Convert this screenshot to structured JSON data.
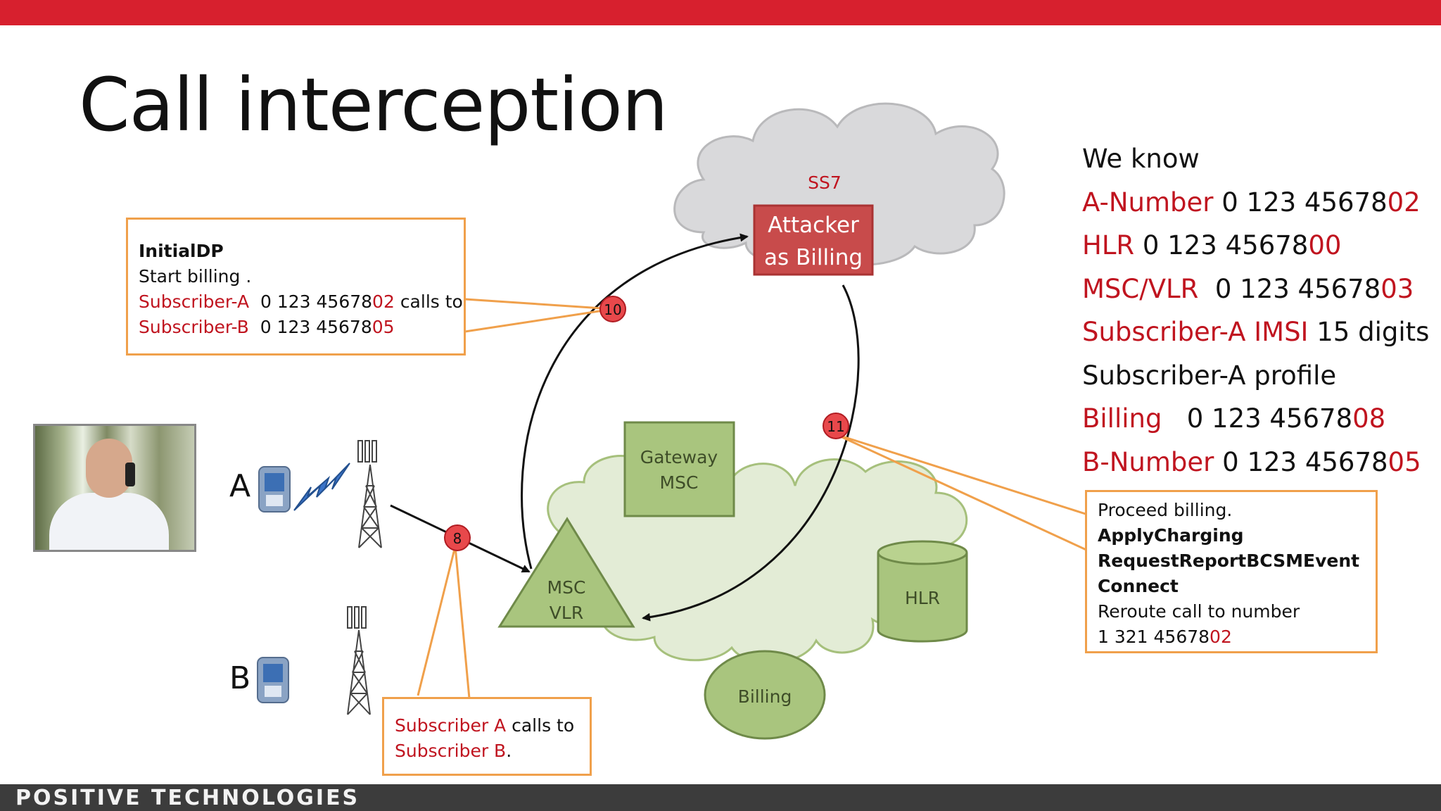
{
  "title": "Call interception",
  "colors": {
    "accent": "#d7202e",
    "text_red": "#c0141f",
    "callout_border": "#f0a04b",
    "node_green": "#a9c57e"
  },
  "diagram": {
    "cloud_label": "SS7",
    "attacker_line1": "Attacker",
    "attacker_line2": "as Billing",
    "gateway_line1": "Gateway",
    "gateway_line2": "MSC",
    "msc_line1": "MSC",
    "msc_line2": "VLR",
    "hlr": "HLR",
    "billing": "Billing",
    "step_8": "8",
    "step_10": "10",
    "step_11": "11",
    "subscriber_a_label": "A",
    "subscriber_b_label": "B"
  },
  "callout_initialdp": {
    "title": "InitialDP",
    "line1": "Start billing .",
    "sub_a": "Subscriber-A",
    "num_a_prefix": "0 123 45678",
    "num_a_suffix": "02",
    "calls_to": "calls to",
    "sub_b": "Subscriber-B",
    "num_b_prefix": "0 123 45678",
    "num_b_suffix": "05"
  },
  "callout_call": {
    "sub_a": "Subscriber A",
    "calls_to": "calls to",
    "sub_b": "Subscriber B",
    "period": "."
  },
  "callout_proceed": {
    "line1": "Proceed billing.",
    "line2": "ApplyCharging",
    "line3": "RequestReportBCSMEvent",
    "line4": "Connect",
    "line5": "Reroute call to number",
    "num_prefix": "1 321 45678",
    "num_suffix": "02"
  },
  "we_know": {
    "heading": "We know",
    "a_label": "A-Number",
    "a_prefix": "0 123 45678",
    "a_suffix": "02",
    "hlr_label": "HLR",
    "hlr_prefix": "0 123 45678",
    "hlr_suffix": "00",
    "msc_label": "MSC/VLR",
    "msc_prefix": "0 123 45678",
    "msc_suffix": "03",
    "imsi_label": "Subscriber-A IMSI",
    "imsi_value": "15 digits",
    "profile": "Subscriber-A profile",
    "billing_label": "Billing",
    "billing_prefix": "0 123 45678",
    "billing_suffix": "08",
    "b_label": "B-Number",
    "b_prefix": "0 123 45678",
    "b_suffix": "05"
  },
  "footer": {
    "brand": "POSITIVE TECHNOLOGIES"
  }
}
